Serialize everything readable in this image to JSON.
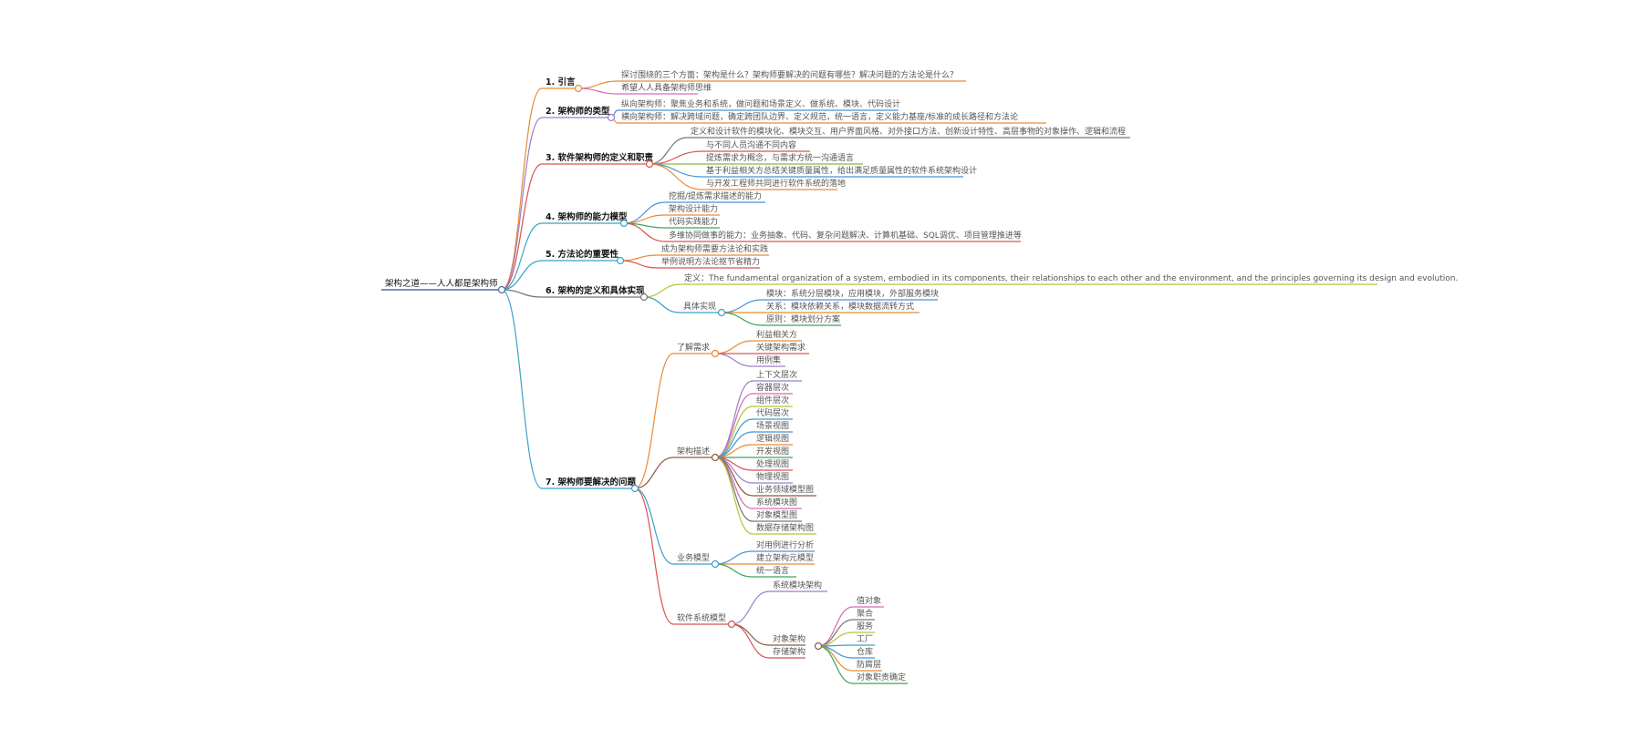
{
  "root": {
    "label": "架构之道——人人都是架构师",
    "children": [
      {
        "label": "1. 引言",
        "color": "#e98a35",
        "children": [
          {
            "label": "探讨围绕的三个方面：架构是什么？架构师要解决的问题有哪些？解决问题的方法论是什么？",
            "color": "#e98a35"
          },
          {
            "label": "希望人人具备架构师思维",
            "color": "#d56bb6"
          }
        ]
      },
      {
        "label": "2. 架构师的类型",
        "color": "#9b7ec9",
        "children": [
          {
            "label": "纵向架构师：聚焦业务和系统，做问题和场景定义、做系统、模块、代码设计",
            "color": "#4a90d9"
          },
          {
            "label": "横向架构师：解决跨域问题，确定跨团队边界、定义规范，统一语言，定义能力基座/标准的成长路径和方法论",
            "color": "#e98a35"
          }
        ]
      },
      {
        "label": "3. 软件架构师的定义和职责",
        "color": "#d9534f",
        "children": [
          {
            "label": "定义和设计软件的模块化、模块交互、用户界面风格、对外接口方法、创新设计特性、高层事物的对象操作、逻辑和流程",
            "color": "#777777"
          },
          {
            "label": "与不同人员沟通不同内容",
            "color": "#d9534f"
          },
          {
            "label": "提炼需求为概念，与需求方统一沟通语言",
            "color": "#8bb83a"
          },
          {
            "label": "基于利益相关方总结关键质量属性，给出满足质量属性的软件系统架构设计",
            "color": "#4a90d9"
          },
          {
            "label": "与开发工程师共同进行软件系统的落地",
            "color": "#e98a35"
          }
        ]
      },
      {
        "label": "4. 架构师的能力模型",
        "color": "#3aa0c8",
        "children": [
          {
            "label": "挖掘/提炼需求描述的能力",
            "color": "#4a90d9"
          },
          {
            "label": "架构设计能力",
            "color": "#e98a35"
          },
          {
            "label": "代码实践能力",
            "color": "#3aa55a"
          },
          {
            "label": "多维协同做事的能力：业务抽象、代码、复杂问题解决、计算机基础、SQL调优、项目管理推进等",
            "color": "#d9534f"
          }
        ]
      },
      {
        "label": "5. 方法论的重要性",
        "color": "#3aa0c8",
        "children": [
          {
            "label": "成为架构师需要方法论和实践",
            "color": "#e98a35"
          },
          {
            "label": "举例说明方法论抠节省精力",
            "color": "#d9534f"
          }
        ]
      },
      {
        "label": "6. 架构的定义和具体实现",
        "color": "#777777",
        "children": [
          {
            "label": "定义：The fundamental organization of a system, embodied in its components, their relationships to each other and the environment, and the principles governing its design and evolution.",
            "color": "#b8c23a"
          },
          {
            "label": "具体实现",
            "color": "#3aa0c8",
            "children": [
              {
                "label": "模块：系统分层模块，应用模块，外部服务模块",
                "color": "#4a90d9"
              },
              {
                "label": "关系：模块依赖关系，模块数据流转方式",
                "color": "#e98a35"
              },
              {
                "label": "原则：模块划分方案",
                "color": "#3aa55a"
              }
            ]
          }
        ]
      },
      {
        "label": "7. 架构师要解决的问题",
        "color": "#3aa0c8",
        "children": [
          {
            "label": "了解需求",
            "color": "#e98a35",
            "children": [
              {
                "label": "利益相关方",
                "color": "#e98a35"
              },
              {
                "label": "关键架构需求",
                "color": "#d9534f"
              },
              {
                "label": "用例集",
                "color": "#9b7ec9"
              }
            ]
          },
          {
            "label": "架构描述",
            "color": "#8a5a44",
            "children": [
              {
                "label": "上下文层次",
                "color": "#9b7ec9"
              },
              {
                "label": "容器层次",
                "color": "#d56bb6"
              },
              {
                "label": "组件层次",
                "color": "#b8c23a"
              },
              {
                "label": "代码层次",
                "color": "#3aa0c8"
              },
              {
                "label": "场景视图",
                "color": "#4a90d9"
              },
              {
                "label": "逻辑视图",
                "color": "#e98a35"
              },
              {
                "label": "开发视图",
                "color": "#3aa55a"
              },
              {
                "label": "处理视图",
                "color": "#d9534f"
              },
              {
                "label": "物理视图",
                "color": "#9b7ec9"
              },
              {
                "label": "业务领域模型图",
                "color": "#8a5a44"
              },
              {
                "label": "系统模块图",
                "color": "#d56bb6"
              },
              {
                "label": "对象模型图",
                "color": "#777777"
              },
              {
                "label": "数据存储架构图",
                "color": "#b8c23a"
              }
            ]
          },
          {
            "label": "业务模型",
            "color": "#3aa0c8",
            "children": [
              {
                "label": "对用例进行分析",
                "color": "#4a90d9"
              },
              {
                "label": "建立架构元模型",
                "color": "#e98a35"
              },
              {
                "label": "统一语言",
                "color": "#3aa55a"
              }
            ]
          },
          {
            "label": "软件系统模型",
            "color": "#d9534f",
            "children": [
              {
                "label": "系统模块架构",
                "color": "#9b7ec9"
              },
              {
                "label": "对象架构",
                "color": "#8a5a44",
                "children": [
                  {
                    "label": "值对象",
                    "color": "#d56bb6"
                  },
                  {
                    "label": "聚合",
                    "color": "#777777"
                  },
                  {
                    "label": "服务",
                    "color": "#b8c23a"
                  },
                  {
                    "label": "工厂",
                    "color": "#3aa0c8"
                  },
                  {
                    "label": "仓库",
                    "color": "#4a90d9"
                  },
                  {
                    "label": "防腐层",
                    "color": "#e98a35"
                  },
                  {
                    "label": "对象职责确定",
                    "color": "#3aa55a"
                  }
                ]
              },
              {
                "label": "存储架构",
                "color": "#d9534f"
              }
            ]
          }
        ]
      }
    ]
  }
}
